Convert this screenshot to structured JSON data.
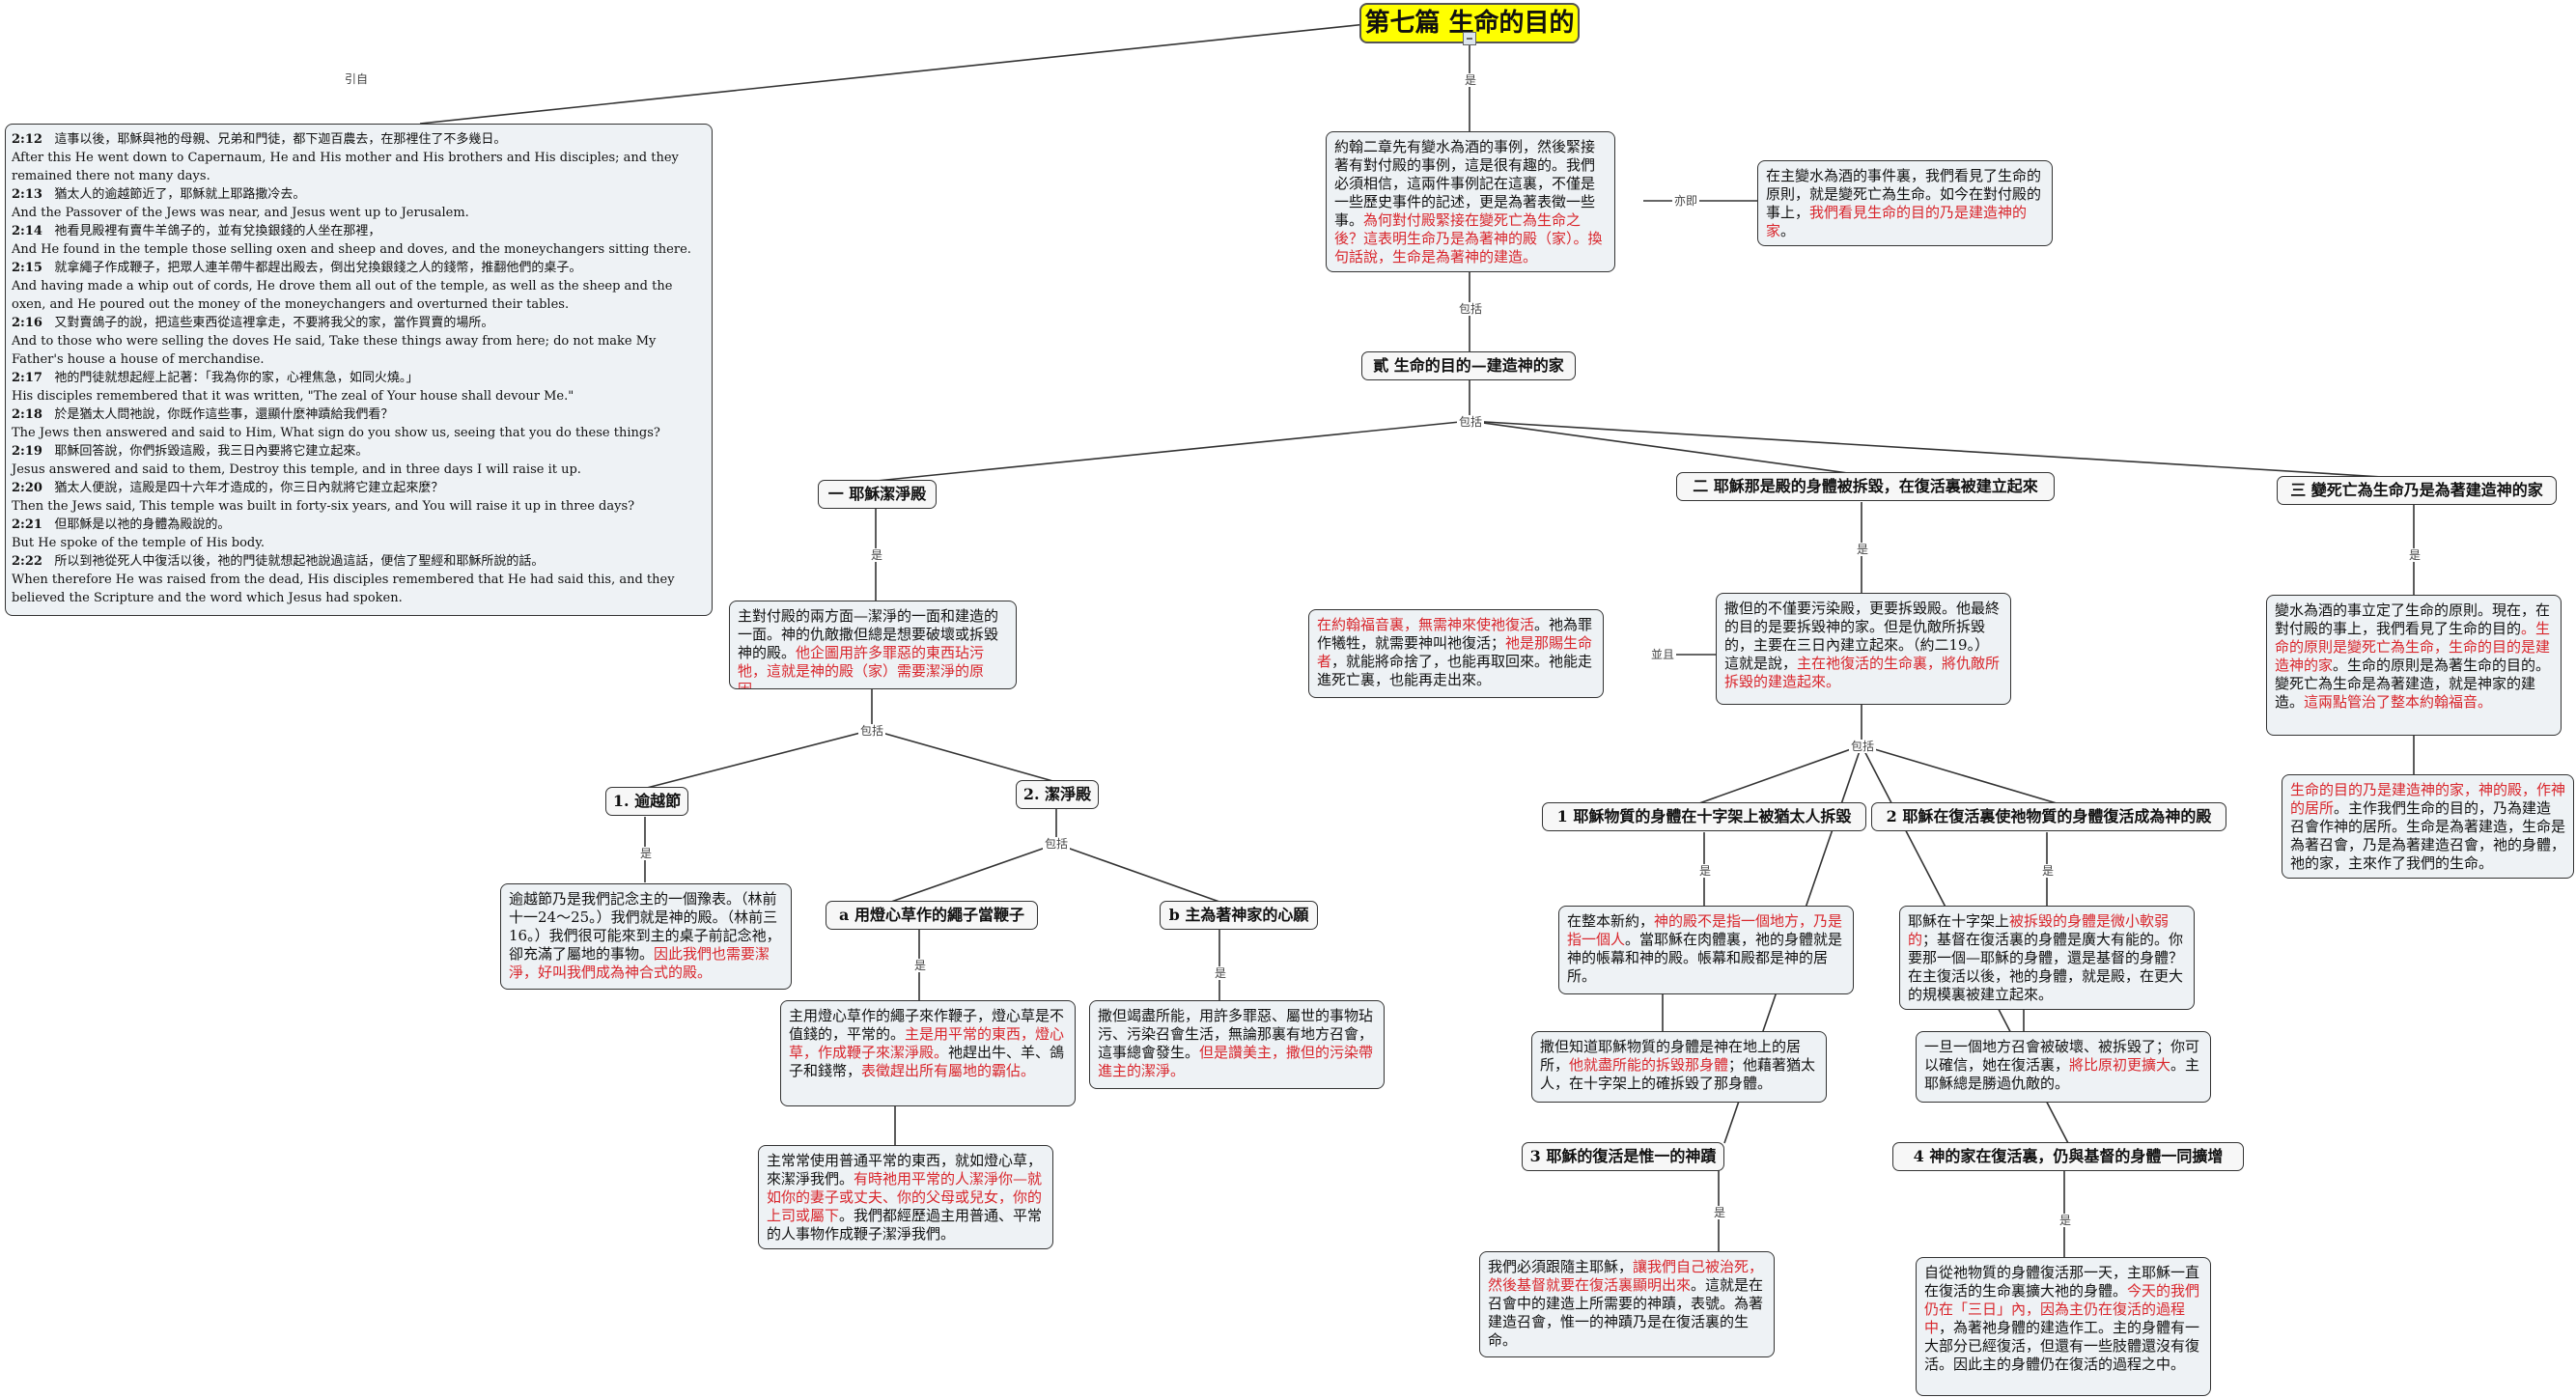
{
  "central": "第七篇 生命的目的",
  "labels": {
    "yinzi": "引自",
    "shi": "是",
    "yiji": "亦即",
    "baokuo": "包括",
    "bingqie": "並且"
  },
  "scripture": [
    {
      "ref": "2:12",
      "zh": "這事以後，耶穌與祂的母親、兄弟和門徒，都下迦百農去，在那裡住了不多幾日。",
      "en": "After this He went down to Capernaum, He and His mother and His brothers and His disciples; and they remained there not many days."
    },
    {
      "ref": "2:13",
      "zh": "猶太人的逾越節近了，耶穌就上耶路撒冷去。",
      "en": "And the Passover of the Jews was near, and Jesus went up to Jerusalem."
    },
    {
      "ref": "2:14",
      "zh": "祂看見殿裡有賣牛羊鴿子的，並有兌換銀錢的人坐在那裡，",
      "en": "And He found in the temple those selling oxen and sheep and doves, and the moneychangers sitting there."
    },
    {
      "ref": "2:15",
      "zh": "就拿繩子作成鞭子，把眾人連羊帶牛都趕出殿去，倒出兌換銀錢之人的錢幣，推翻他們的桌子。",
      "en": "And having made a whip out of cords, He drove them all out of the temple, as well as the sheep and the oxen, and He poured out the money of the moneychangers and overturned their tables."
    },
    {
      "ref": "2:16",
      "zh": "又對賣鴿子的說，把這些東西從這裡拿走，不要將我父的家，當作買賣的場所。",
      "en": "And to those who were selling the doves He said, Take these things away from here; do not make My Father's house a house of merchandise."
    },
    {
      "ref": "2:17",
      "zh": "祂的門徒就想起經上記著：「我為你的家，心裡焦急，如同火燒。」",
      "en": "His disciples remembered that it was written, \"The zeal of Your house shall devour Me.\""
    },
    {
      "ref": "2:18",
      "zh": "於是猶太人問祂說，你既作這些事，還顯什麼神蹟給我們看？",
      "en": "The Jews then answered and said to Him, What sign do you show us, seeing that you do these things?"
    },
    {
      "ref": "2:19",
      "zh": "耶穌回答說，你們拆毀這殿，我三日內要將它建立起來。",
      "en": "Jesus answered and said to them, Destroy this temple, and in three days I will raise it up."
    },
    {
      "ref": "2:20",
      "zh": "猶太人便說，這殿是四十六年才造成的，你三日內就將它建立起來麼？",
      "en": "Then the Jews said, This temple was built in forty-six years, and You will raise it up in three days?"
    },
    {
      "ref": "2:21",
      "zh": "但耶穌是以祂的身體為殿說的。",
      "en": "But He spoke of the temple of His body."
    },
    {
      "ref": "2:22",
      "zh": "所以到祂從死人中復活以後，祂的門徒就想起祂說過這話，便信了聖經和耶穌所說的話。",
      "en": "When therefore He was raised from the dead, His disciples remembered that He had said this, and they believed the Scripture and the word which Jesus had spoken."
    }
  ],
  "nodes": {
    "intro": [
      {
        "t": "約翰二章先有變水為酒的事例，然後緊接著有對付殿的事例，這是很有趣的。我們必須相信，這兩件事例記在這裏，不僅是一些歷史事件的記述，更是為著表徵一些事。"
      },
      {
        "t": "為何對付殿緊接在變死亡為生命之後？這表明生命乃是為著神的殿（家）。換句話說，生命是為著神的建造。",
        "r": true
      }
    ],
    "intro_side": [
      {
        "t": "在主變水為酒的事件裏，我們看見了生命的原則，就是變死亡為生命。如今在對付殿的事上，"
      },
      {
        "t": "我們看見生命的目的乃是建造神的家",
        "r": true
      },
      {
        "t": "。"
      }
    ],
    "s1_desc": [
      {
        "t": "主對付殿的兩方面—潔淨的一面和建造的一面。神的仇敵撒但總是想要破壞或拆毀神的殿。"
      },
      {
        "t": "他企圖用許多罪惡的東西玷污牠，這就是神的殿（家）需要潔淨的原因。",
        "r": true
      }
    ],
    "s1a_desc": [
      {
        "t": "逾越節乃是我們記念主的一個豫表。（林前十一24～25。）我們就是神的殿。（林前三16。）我們很可能來到主的桌子前記念祂，卻充滿了屬地的事物。"
      },
      {
        "t": "因此我們也需要潔淨，好叫我們成為神合式的殿。",
        "r": true
      }
    ],
    "s1ba_desc": [
      {
        "t": "主用燈心草作的繩子來作鞭子，燈心草是不值錢的，平常的。"
      },
      {
        "t": "主是用平常的東西，燈心草，作成鞭子來潔淨殿。",
        "r": true
      },
      {
        "t": "祂趕出牛、羊、鴿子和錢幣，"
      },
      {
        "t": "表徵趕出所有屬地的霸佔。",
        "r": true
      }
    ],
    "s1ba_more": [
      {
        "t": "主常常使用普通平常的東西，就如燈心草，來潔淨我們。"
      },
      {
        "t": "有時祂用平常的人潔淨你—就如你的妻子或丈夫、你的父母或兒女，你的上司或屬下",
        "r": true
      },
      {
        "t": "。我們都經歷過主用普通、平常的人事物作成鞭子潔淨我們。"
      }
    ],
    "s1bb_desc": [
      {
        "t": "撒但竭盡所能，用許多罪惡、屬世的事物玷污、污染召會生活，無論那裏有地方召會，這事總會發生。"
      },
      {
        "t": "但是讚美主，撒但的污染帶進主的潔淨。",
        "r": true
      }
    ],
    "s2_side": [
      {
        "t": "在約翰福音裏，無需神來使祂復活",
        "r": true
      },
      {
        "t": "。祂為罪作犧牲，就需要神叫祂復活；"
      },
      {
        "t": "祂是那賜生命者",
        "r": true
      },
      {
        "t": "，就能將命捨了，也能再取回來。祂能走進死亡裏，也能再走出來。"
      }
    ],
    "s2_desc": [
      {
        "t": "撒但的不僅要污染殿，更要拆毀殿。他最終的目的是要拆毀神的家。但是仇敵所拆毀的，主要在三日內建立起來。（約二19。）這就是說，"
      },
      {
        "t": "主在祂復活的生命裏，將仇敵所拆毀的建造起來。",
        "r": true
      }
    ],
    "s2_1_desc": [
      {
        "t": "在整本新約，"
      },
      {
        "t": "神的殿不是指一個地方，乃是指一個人",
        "r": true
      },
      {
        "t": "。當耶穌在肉體裏，祂的身體就是神的帳幕和神的殿。帳幕和殿都是神的居所。"
      }
    ],
    "s2_1_more": [
      {
        "t": "撒但知道耶穌物質的身體是神在地上的居所，"
      },
      {
        "t": "他就盡所能的拆毀那身體",
        "r": true
      },
      {
        "t": "；他藉著猶太人，在十字架上的確拆毀了那身體。"
      }
    ],
    "s2_2_desc": [
      {
        "t": "耶穌在十字架上"
      },
      {
        "t": "被拆毀的身體是微小軟弱的",
        "r": true
      },
      {
        "t": "；基督在復活裏的身體是廣大有能的。你要那一個—耶穌的身體，還是基督的身體？在主復活以後，祂的身體，就是殿，在更大的規模裏被建立起來。"
      }
    ],
    "s2_2_more": [
      {
        "t": "一旦一個地方召會被破壞、被拆毀了；你可以確信，她在復活裏，"
      },
      {
        "t": "將比原初更擴大",
        "r": true
      },
      {
        "t": "。主耶穌總是勝過仇敵的。"
      }
    ],
    "s2_3_desc": [
      {
        "t": "我們必須跟隨主耶穌，"
      },
      {
        "t": "讓我們自己被治死，然後基督就要在復活裏顯明出來",
        "r": true
      },
      {
        "t": "。這就是在召會中的建造上所需要的神蹟，表號。為著建造召會，惟一的神蹟乃是在復活裏的生命。"
      }
    ],
    "s2_4_desc": [
      {
        "t": "自從祂物質的身體復活那一天，主耶穌一直在復活的生命裏擴大祂的身體。"
      },
      {
        "t": "今天的我們仍在「三日」內，因為主仍在復活的過程中",
        "r": true
      },
      {
        "t": "，為著祂身體的建造作工。主的身體有一大部分已經復活，但還有一些肢體還沒有復活。因此主的身體仍在復活的過程之中。"
      }
    ],
    "s3_desc": [
      {
        "t": "變水為酒的事立定了生命的原則。現在，在對付殿的事上，我們看見了生命的目的"
      },
      {
        "t": "。生命的原則是變死亡為生命，生命的目的是建造神的家",
        "r": true
      },
      {
        "t": "。生命的原則是為著生命的目的。變死亡為生命是為著建造，就是神家的建造。"
      },
      {
        "t": "這兩點管治了整本約翰福音。",
        "r": true
      }
    ],
    "s3_more": [
      {
        "t": "生命的目的乃是建造神的家，神的殿，作神的居所",
        "r": true
      },
      {
        "t": "。主作我們生命的目的，乃為建造召會作神的居所。生命是為著建造，生命是為著召會，乃是為著建造召會，祂的身體，祂的家，主來作了我們的生命。"
      }
    ]
  },
  "topics": {
    "main": "貳 生命的目的—建造神的家",
    "s1": "一 耶穌潔淨殿",
    "s1a": "1. 逾越節",
    "s1b": "2. 潔淨殿",
    "s1ba": "a 用燈心草作的繩子當鞭子",
    "s1bb": "b 主為著神家的心願",
    "s2": "二 耶穌那是殿的身體被拆毀，在復活裏被建立起來",
    "s2_1": "1 耶穌物質的身體在十字架上被猶太人拆毀",
    "s2_2": "2 耶穌在復活裏使祂物質的身體復活成為神的殿",
    "s2_3": "3 耶穌的復活是惟一的神蹟",
    "s2_4": "4 神的家在復活裏，仍與基督的身體一同擴增",
    "s3": "三 變死亡為生命乃是為著建造神的家"
  }
}
